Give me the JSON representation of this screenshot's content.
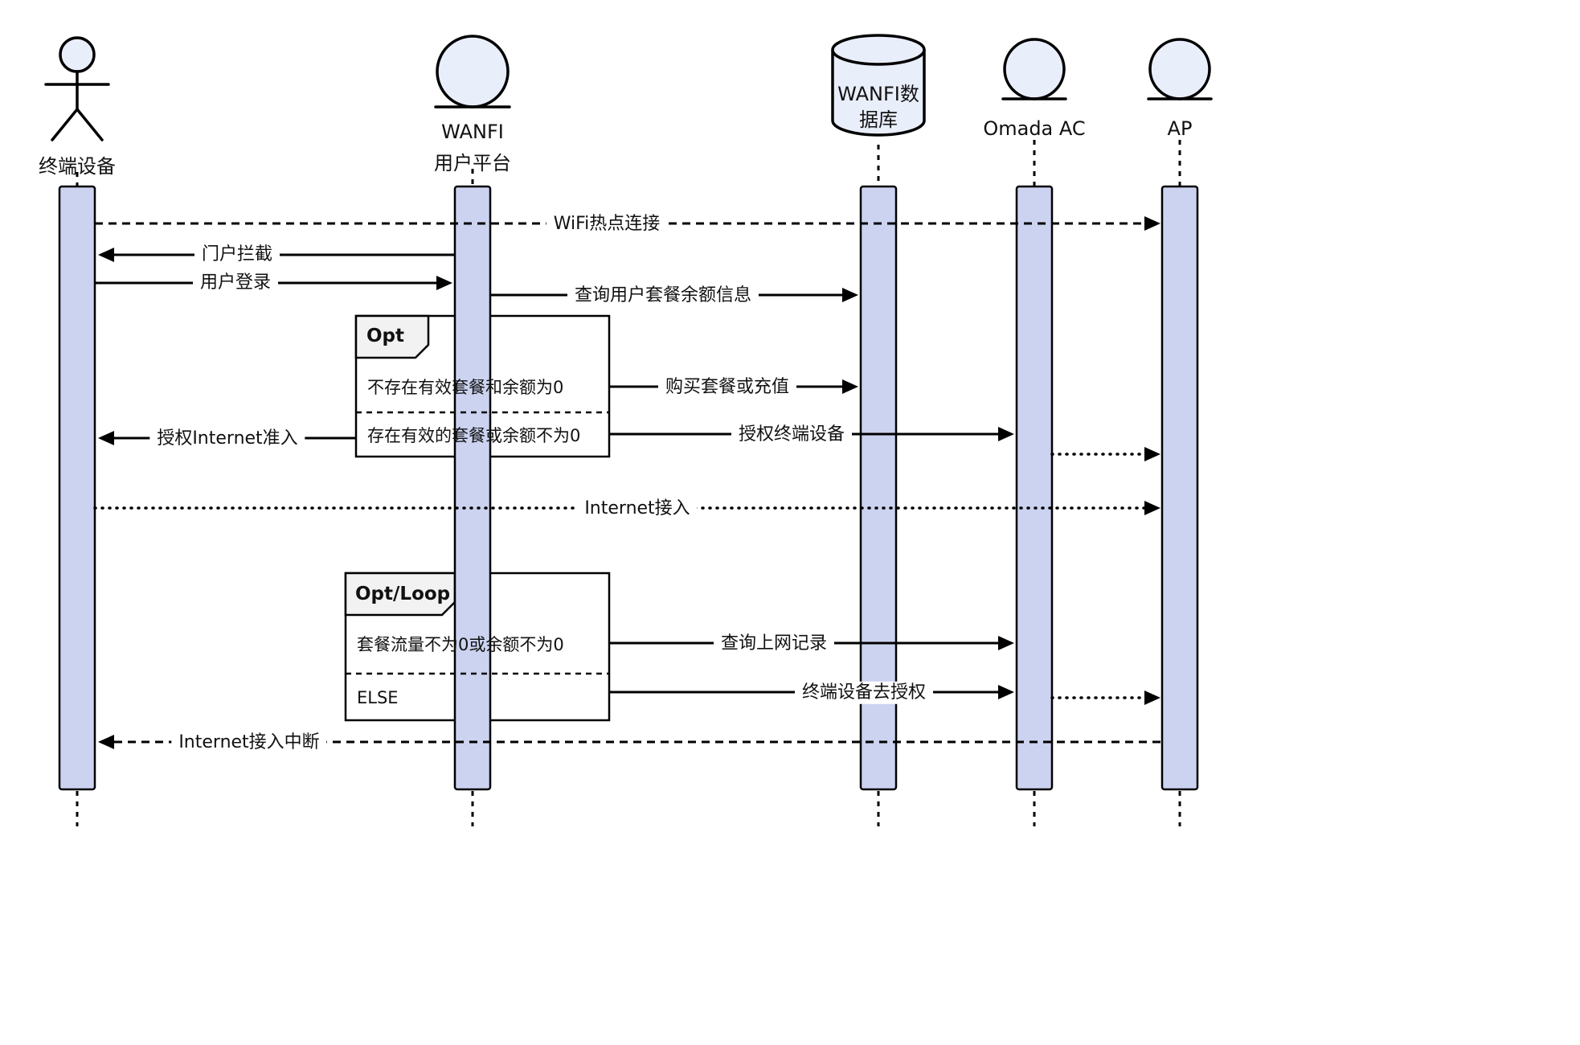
{
  "diagram": {
    "type": "sequence-diagram",
    "participants": [
      {
        "id": "terminal",
        "kind": "actor",
        "label": "终端设备"
      },
      {
        "id": "wanfi-platform",
        "kind": "entity",
        "line1": "WANFI",
        "line2": "用户平台"
      },
      {
        "id": "wanfi-db",
        "kind": "database",
        "line1": "WANFI数",
        "line2": "据库"
      },
      {
        "id": "omada-ac",
        "kind": "entity",
        "label": "Omada AC"
      },
      {
        "id": "ap",
        "kind": "entity",
        "label": "AP"
      }
    ],
    "messages": [
      {
        "label": "WiFi热点连接",
        "from": "终端设备",
        "to": "AP",
        "style": "dashed"
      },
      {
        "label": "门户拦截",
        "from": "WANFI用户平台",
        "to": "终端设备",
        "style": "solid"
      },
      {
        "label": "用户登录",
        "from": "终端设备",
        "to": "WANFI用户平台",
        "style": "solid"
      },
      {
        "label": "查询用户套餐余额信息",
        "from": "WANFI用户平台",
        "to": "WANFI数据库",
        "style": "solid"
      },
      {
        "label": "购买套餐或充值",
        "from": "WANFI用户平台",
        "to": "WANFI数据库",
        "style": "solid"
      },
      {
        "label": "授权终端设备",
        "from": "WANFI用户平台",
        "to": "Omada AC",
        "style": "solid"
      },
      {
        "label": "授权Internet准入",
        "from": "WANFI用户平台",
        "to": "终端设备",
        "style": "solid"
      },
      {
        "label": "",
        "from": "Omada AC",
        "to": "AP",
        "style": "dotted"
      },
      {
        "label": "Internet接入",
        "from": "终端设备",
        "to": "AP",
        "style": "dotted"
      },
      {
        "label": "查询上网记录",
        "from": "WANFI用户平台",
        "to": "Omada AC",
        "style": "solid"
      },
      {
        "label": "终端设备去授权",
        "from": "WANFI用户平台",
        "to": "Omada AC",
        "style": "solid"
      },
      {
        "label": "",
        "from": "Omada AC",
        "to": "AP",
        "style": "dotted"
      },
      {
        "label": "Internet接入中断",
        "from": "AP",
        "to": "终端设备",
        "style": "dashed"
      }
    ],
    "fragments": [
      {
        "label": "Opt",
        "sections": [
          "不存在有效套餐和余额为0",
          "存在有效的套餐或余额不为0"
        ]
      },
      {
        "label": "Opt/Loop",
        "sections": [
          "套餐流量不为0或余额不为0",
          "ELSE"
        ]
      }
    ],
    "colors": {
      "activation_fill": "#ccd3f0",
      "head_fill": "#e9eefb",
      "fragment_tab_fill": "#f2f2f2",
      "line": "#000000",
      "background": "#ffffff"
    }
  }
}
